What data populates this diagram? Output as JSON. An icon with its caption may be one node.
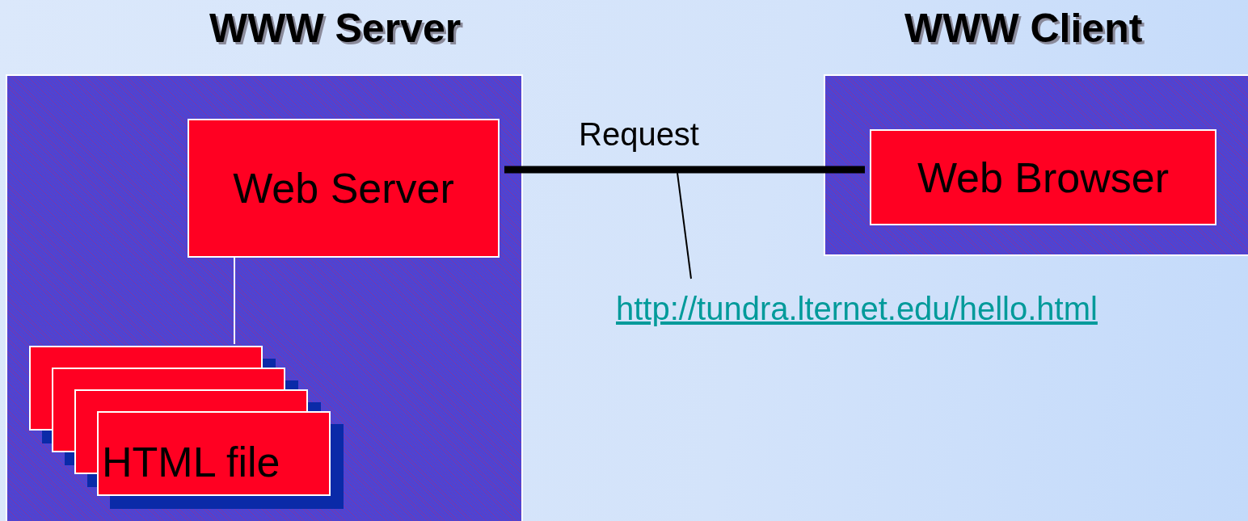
{
  "diagram": {
    "nodes": [
      {
        "text": [
          "WWW Server"
        ]
      },
      {
        "text": [
          "Web Server"
        ],
        "in": 0
      },
      {
        "text": [
          "HTML file"
        ],
        "in": 0
      },
      {
        "text": [
          "WWW Client"
        ]
      },
      {
        "text": [
          "Web Browser"
        ],
        "in": 3
      },
      {
        "text": [
          "http://tundra.lternet.edu/hello.html"
        ]
      }
    ],
    "edges": [
      {
        "from": 1,
        "to": 2,
        "arrow": "none",
        "color": "#ffffff"
      },
      {
        "from": 1,
        "to": 4,
        "arrow": "none",
        "label": "Request",
        "style": "thick"
      },
      {
        "from": 5,
        "to": null,
        "arrow": "none"
      }
    ]
  }
}
